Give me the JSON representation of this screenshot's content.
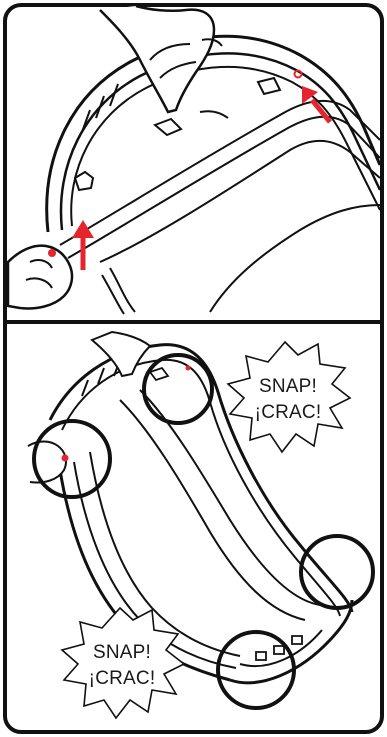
{
  "instruction_panels": [
    {
      "id": "top",
      "arrow_color": "#e4252d",
      "marker_color": "#e4252d"
    },
    {
      "id": "bottom",
      "callouts": [
        {
          "line1": "SNAP!",
          "line2": "¡CRAC!"
        },
        {
          "line1": "SNAP!",
          "line2": "¡CRAC!"
        }
      ],
      "highlight_circles": 4
    }
  ],
  "colors": {
    "outline": "#111111",
    "background": "#ffffff",
    "accent": "#e4252d"
  }
}
